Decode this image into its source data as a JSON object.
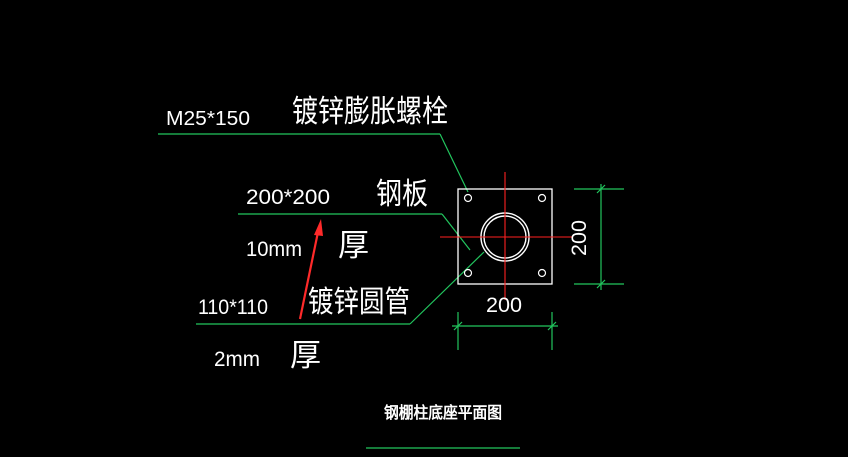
{
  "labels": {
    "bolt_spec": "M25*150",
    "bolt_name": "镀锌膨胀螺栓",
    "plate_size": "200*200",
    "plate_name": "钢板",
    "plate_thickness": "10mm",
    "thick_char_1": "厚",
    "pipe_size": "110*110",
    "pipe_name": "镀锌圆管",
    "pipe_thickness": "2mm",
    "thick_char_2": "厚",
    "dim_horizontal": "200",
    "dim_vertical": "200",
    "caption": "钢棚柱底座平面图"
  },
  "colors": {
    "background": "#000000",
    "leader_line": "#22c55e",
    "text": "#ffffff",
    "center_line": "#ff2020",
    "arrow": "#ff2a2a",
    "outline": "#ffffff"
  }
}
